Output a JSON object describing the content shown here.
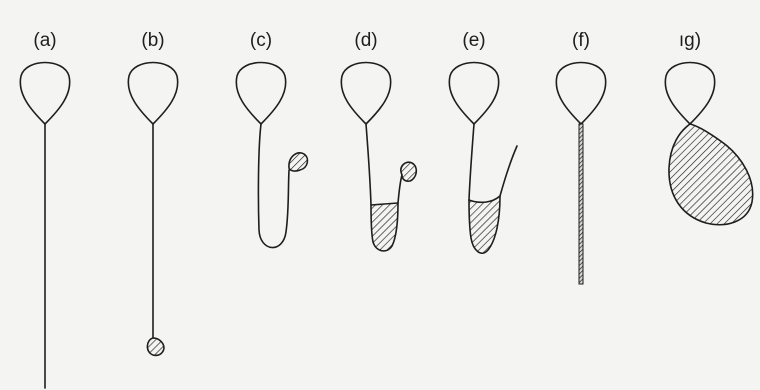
{
  "figure": {
    "panels": [
      {
        "id": "a",
        "label": "(a)"
      },
      {
        "id": "b",
        "label": "(b)"
      },
      {
        "id": "c",
        "label": "(c)"
      },
      {
        "id": "d",
        "label": "(d)"
      },
      {
        "id": "e",
        "label": "(e)"
      },
      {
        "id": "f",
        "label": "(f)"
      },
      {
        "id": "g",
        "label": "ıg)"
      }
    ],
    "colors": {
      "ink": "#1e1e1e",
      "paper": "#f4f4f2"
    }
  }
}
